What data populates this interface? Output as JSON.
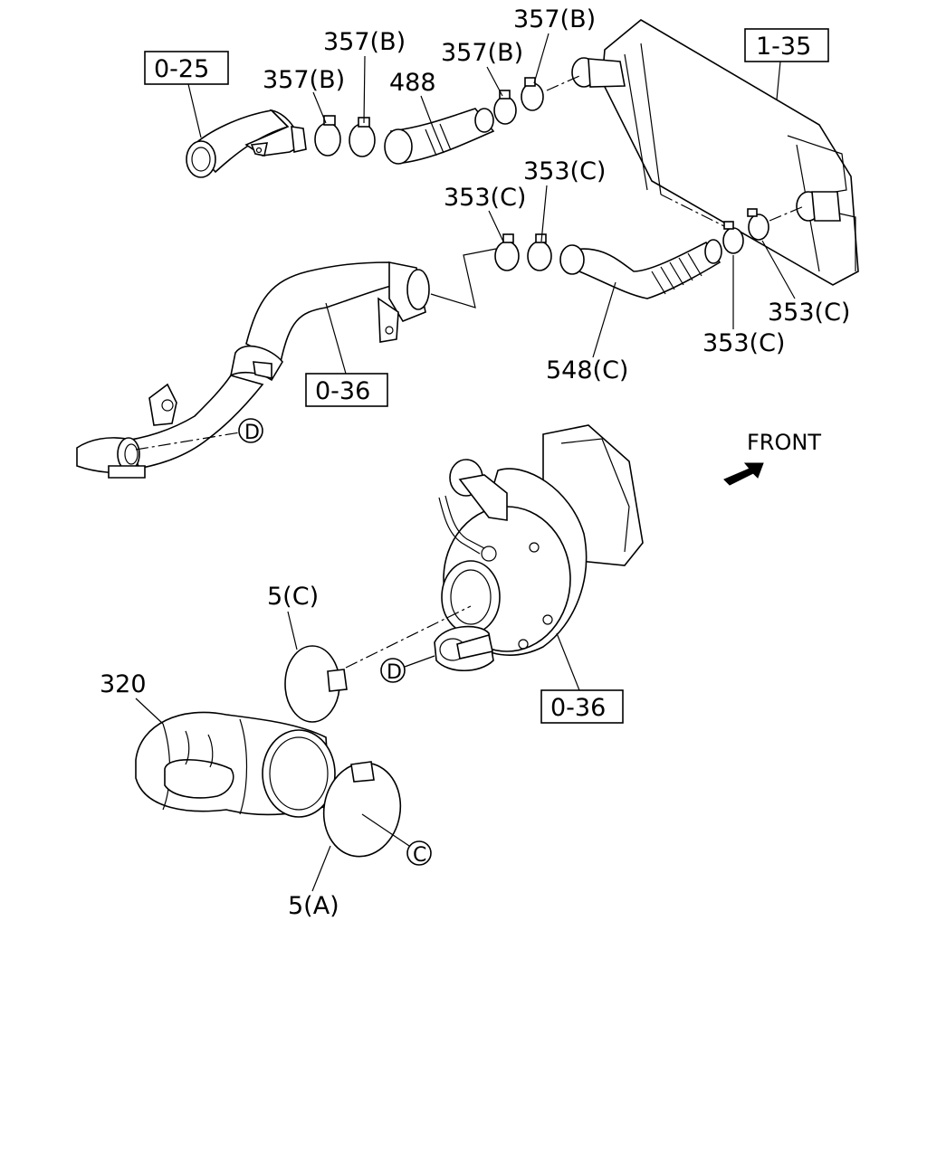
{
  "labels": {
    "ref_0_25": "0-25",
    "ref_1_35": "1-35",
    "ref_0_36_upper": "0-36",
    "ref_0_36_lower": "0-36",
    "clamp_357b_1": "357(B)",
    "clamp_357b_2": "357(B)",
    "clamp_357b_3": "357(B)",
    "clamp_357b_4": "357(B)",
    "hose_488": "488",
    "clamp_353c_1": "353(C)",
    "clamp_353c_2": "353(C)",
    "clamp_353c_3": "353(C)",
    "clamp_353c_4": "353(C)",
    "hose_548c": "548(C)",
    "clamp_5c": "5(C)",
    "clamp_5a": "5(A)",
    "duct_320": "320",
    "marker_d_upper": "D",
    "marker_d_lower": "D",
    "marker_c": "C",
    "front": "FRONT"
  },
  "icons": {
    "front_arrow": "front-direction-arrow-icon"
  }
}
